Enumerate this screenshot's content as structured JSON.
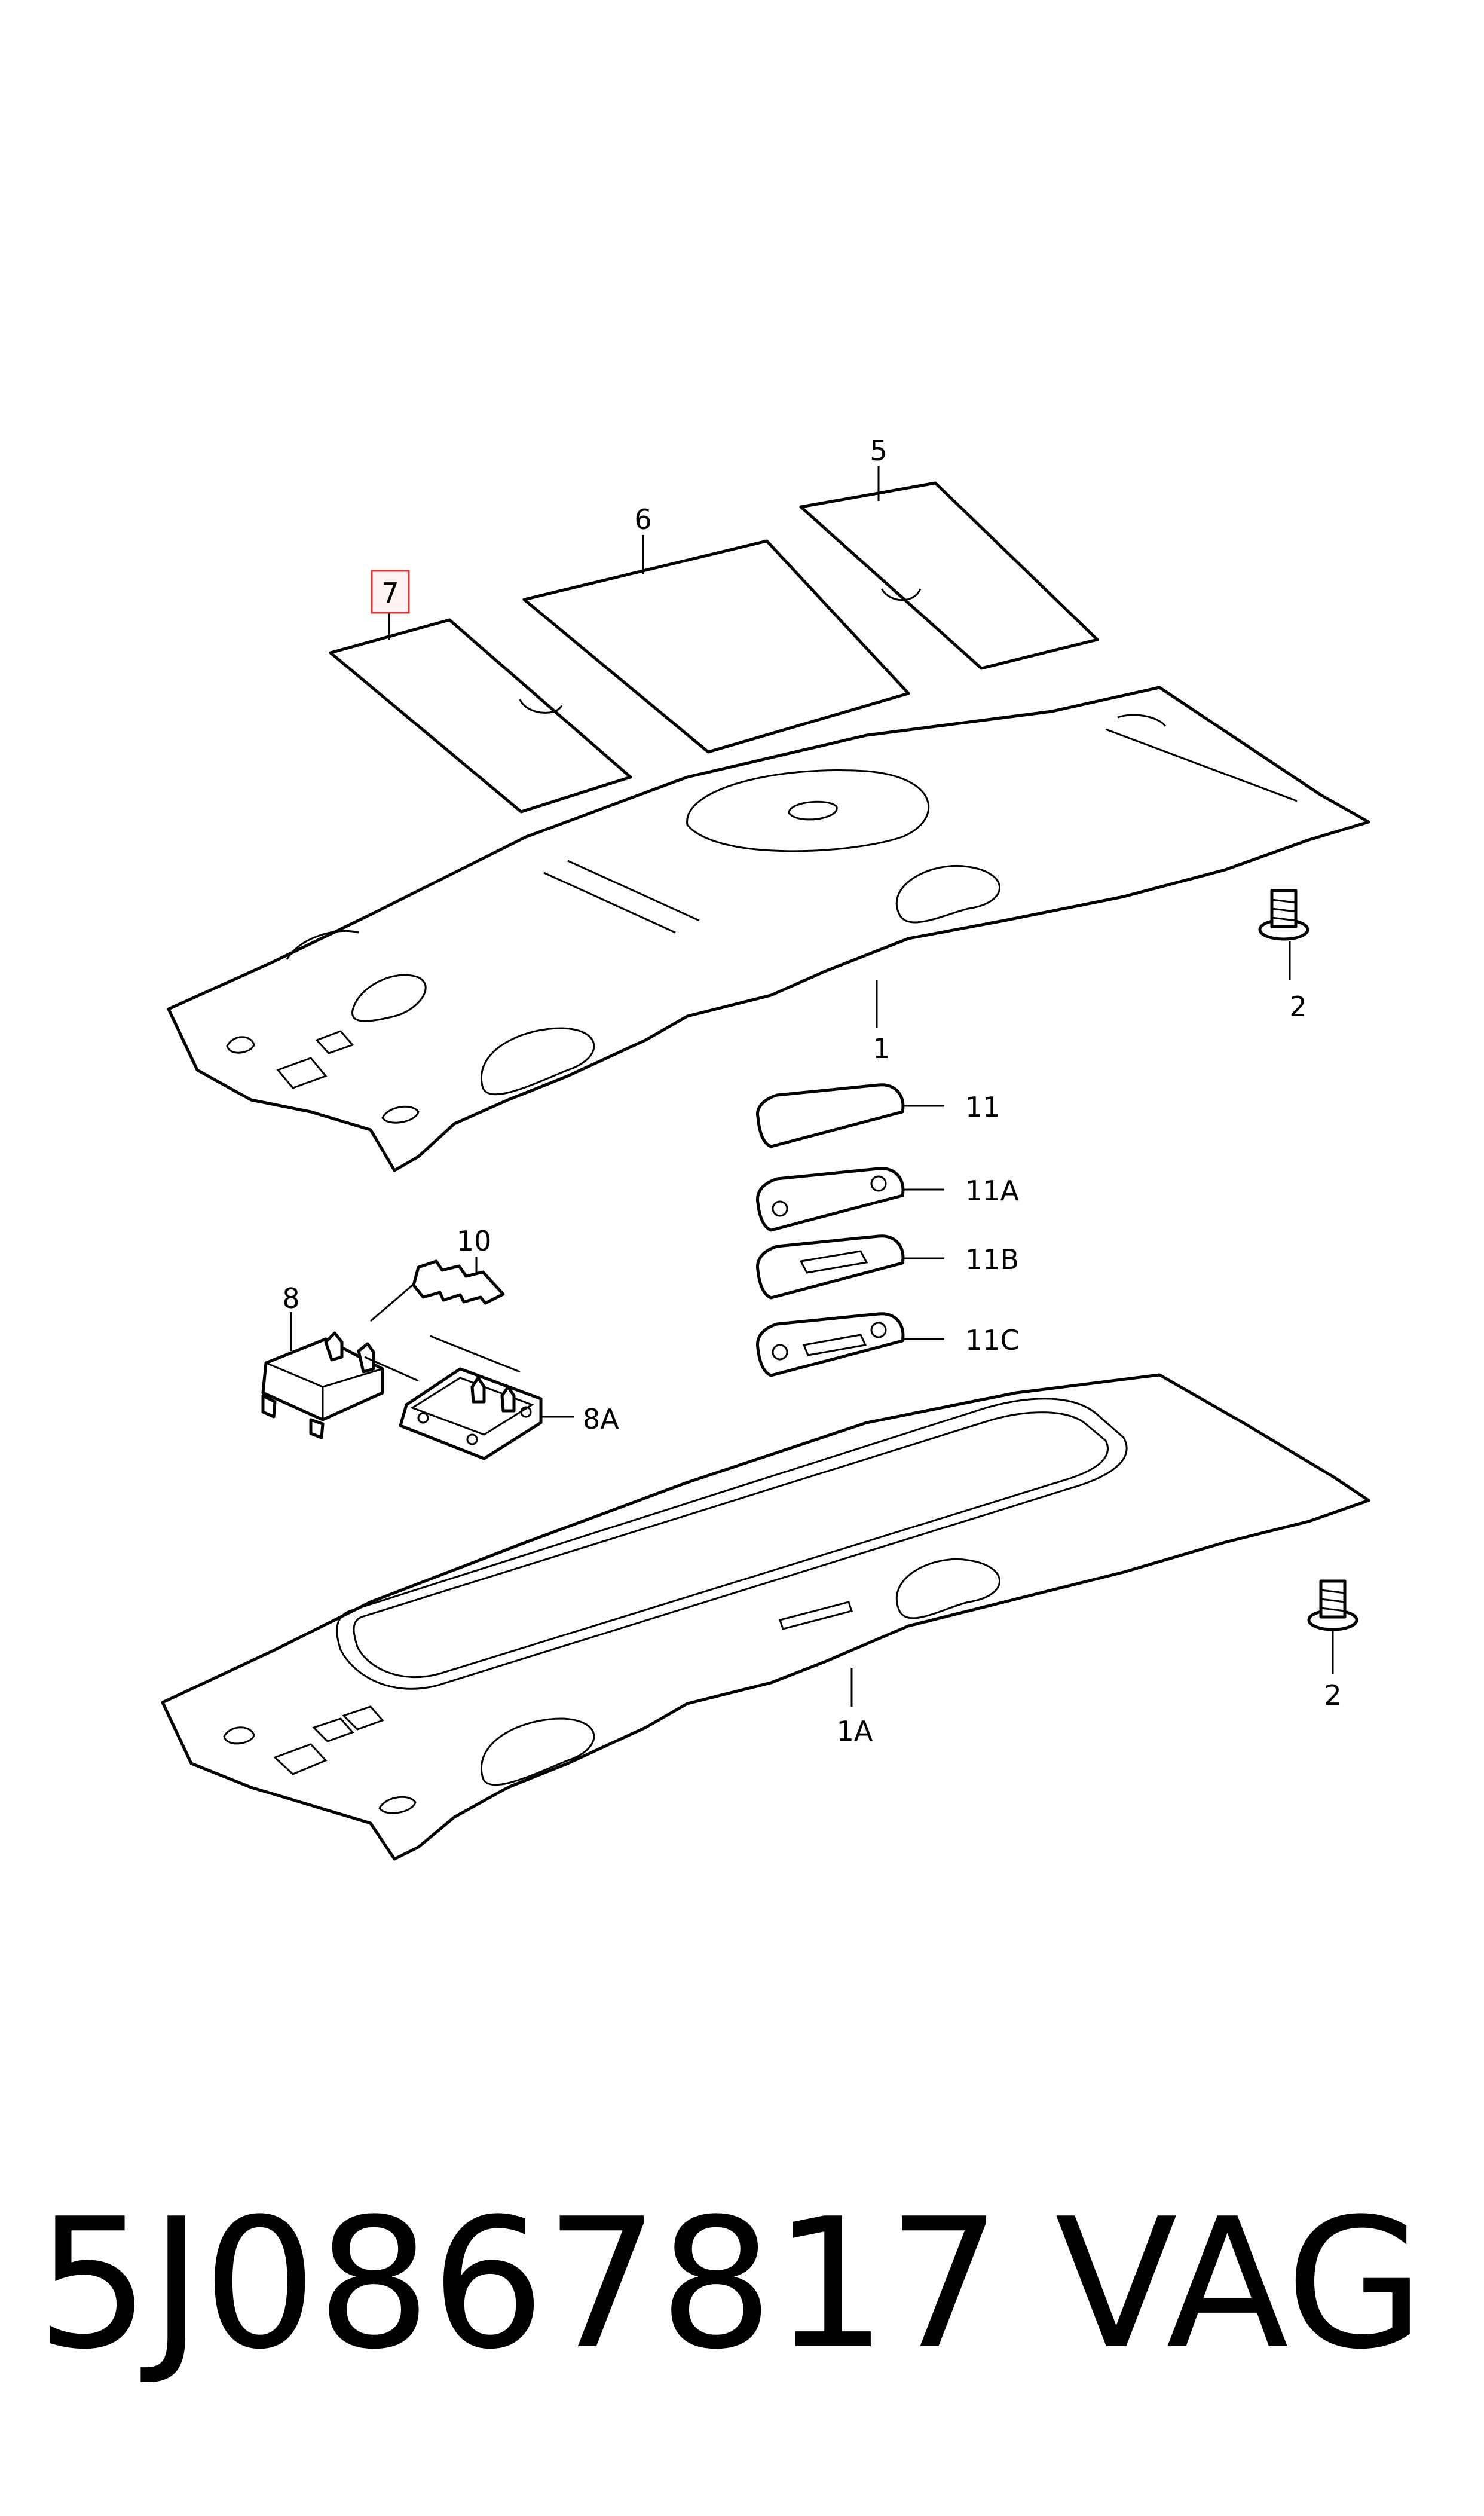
{
  "callouts": {
    "c1": "1",
    "c1a": "1A",
    "c2_top": "2",
    "c2_bottom": "2",
    "c5": "5",
    "c6": "6",
    "c7": "7",
    "c8": "8",
    "c8a": "8A",
    "c10": "10",
    "c11": "11",
    "c11a": "11A",
    "c11b": "11B",
    "c11c": "11C"
  },
  "caption": {
    "part_number": "5J0867817",
    "brand": "VAG"
  },
  "colors": {
    "highlight_box": "#d43a3a"
  }
}
